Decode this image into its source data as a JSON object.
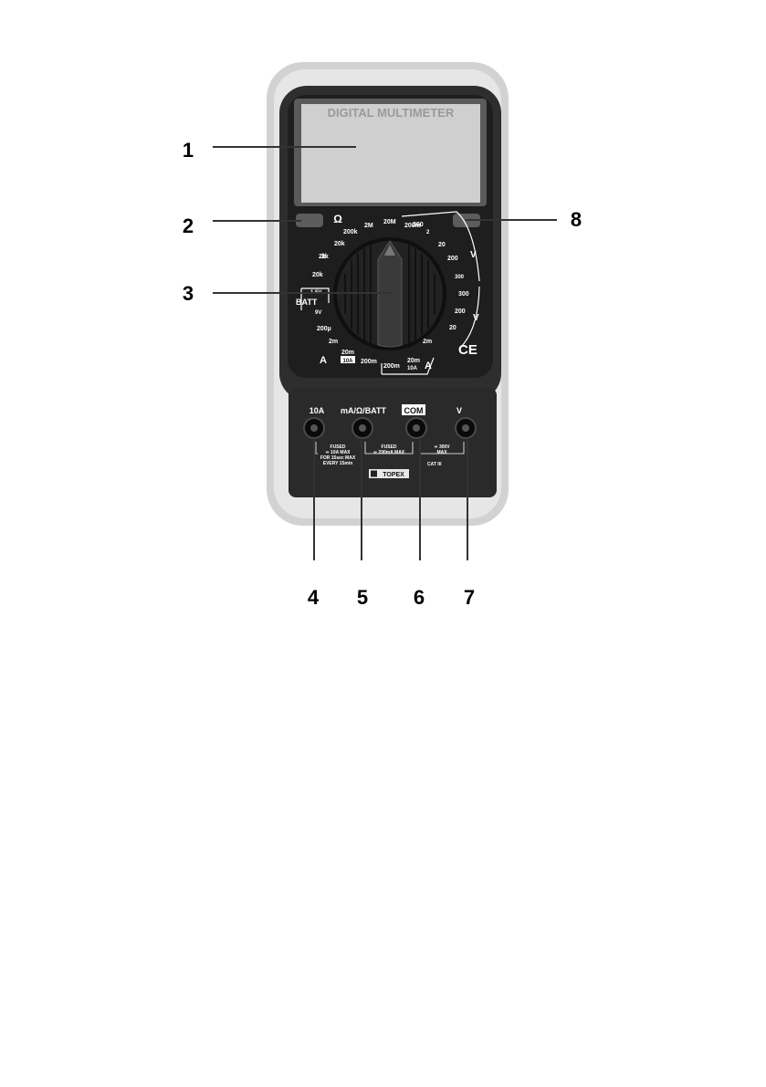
{
  "device": {
    "display_title": "DIGITAL MULTIMETER",
    "brand": "TOPEX",
    "ce_mark": "CE",
    "ohm_symbol": "Ω"
  },
  "dial": {
    "resistance_ranges": [
      "200",
      "2k",
      "20k",
      "200k",
      "2M",
      "20M"
    ],
    "dcv_ranges": [
      "200m",
      "2",
      "20",
      "200",
      "300"
    ],
    "dcv_symbol": "V",
    "acv_ranges": [
      "300",
      "200",
      "20"
    ],
    "acv_symbol": "V",
    "dca_ranges": [
      "200µ",
      "2m",
      "20m",
      "200m"
    ],
    "dca_symbol": "A",
    "dca_10a": "10A",
    "aca_ranges": [
      "2m",
      "20m",
      "200m"
    ],
    "aca_10a": "10A",
    "aca_symbol": "A",
    "batt_label": "BATT",
    "batt_values": [
      "1.5V",
      "9V"
    ],
    "diode_label": "2k",
    "hfe_label": "20k"
  },
  "jacks": {
    "labels": [
      "10A",
      "mA/Ω/BATT",
      "COM",
      "V"
    ],
    "fuse_10a": [
      "FUSED",
      "≃ 10A MAX",
      "FOR 15sec MAX",
      "EVERY 15min"
    ],
    "fuse_ma": [
      "FUSED",
      "≃ 200mA MAX"
    ],
    "v_max": [
      "≃ 300V",
      "MAX"
    ],
    "cat": "CAT III"
  },
  "callouts": [
    "1",
    "2",
    "3",
    "4",
    "5",
    "6",
    "7",
    "8"
  ]
}
